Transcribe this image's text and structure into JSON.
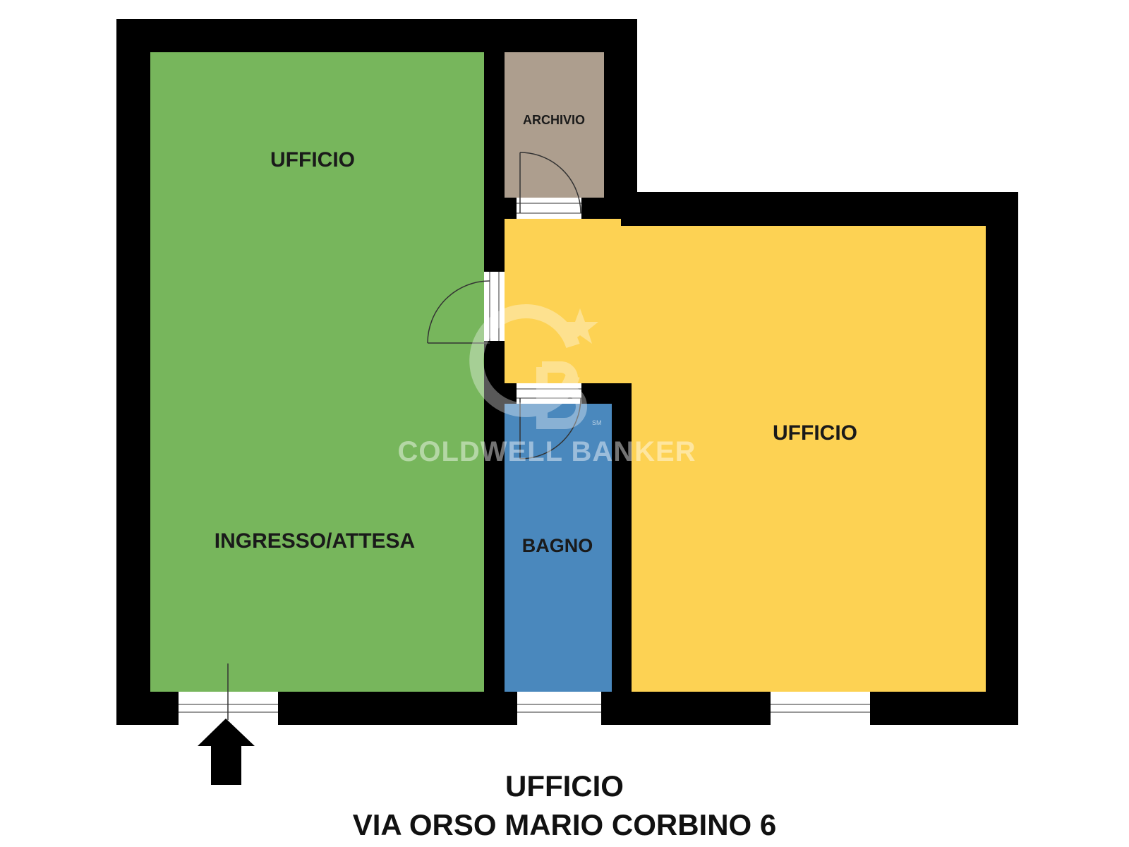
{
  "floorplan": {
    "rooms": [
      {
        "id": "ufficio-1",
        "label": "UFFICIO",
        "color": "#77b65c"
      },
      {
        "id": "ingresso-attesa",
        "label": "INGRESSO/ATTESA",
        "color": "#77b65c"
      },
      {
        "id": "archivio",
        "label": "ARCHIVIO",
        "color": "#ad9e8e"
      },
      {
        "id": "bagno",
        "label": "BAGNO",
        "color": "#4a88bd"
      },
      {
        "id": "ufficio-2",
        "label": "UFFICIO",
        "color": "#fdd253"
      }
    ],
    "wall_color": "#000000",
    "entrance_marker": "entrance-arrow-icon"
  },
  "watermark": {
    "logo_icon": "cb-star-logo-icon",
    "logo_mark": "SM",
    "text": "COLDWELL BANKER"
  },
  "caption": {
    "line1": "UFFICIO",
    "line2": "VIA ORSO MARIO CORBINO 6"
  }
}
